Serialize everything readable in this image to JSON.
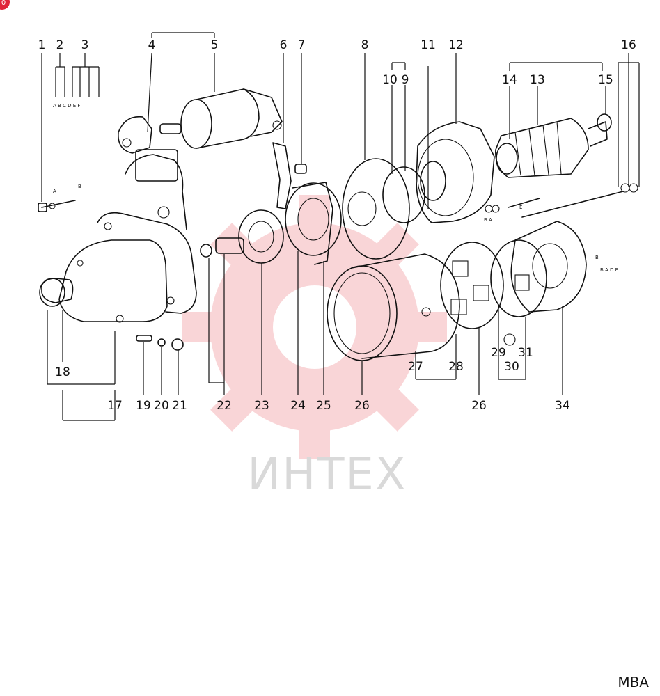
{
  "badge": {
    "text": "0",
    "color": "#e0263a"
  },
  "watermark": {
    "text": "ИНТЕХ",
    "color": "#e8454f"
  },
  "code_label": "MBA",
  "callouts": [
    {
      "id": "c1",
      "text": "1"
    },
    {
      "id": "c2",
      "text": "2"
    },
    {
      "id": "c3",
      "text": "3"
    },
    {
      "id": "c4",
      "text": "4"
    },
    {
      "id": "c5",
      "text": "5"
    },
    {
      "id": "c6",
      "text": "6"
    },
    {
      "id": "c7",
      "text": "7"
    },
    {
      "id": "c8",
      "text": "8"
    },
    {
      "id": "c10",
      "text": "10"
    },
    {
      "id": "c9",
      "text": "9"
    },
    {
      "id": "c11",
      "text": "11"
    },
    {
      "id": "c12",
      "text": "12"
    },
    {
      "id": "c14",
      "text": "14"
    },
    {
      "id": "c13",
      "text": "13"
    },
    {
      "id": "c15",
      "text": "15"
    },
    {
      "id": "c16",
      "text": "16"
    },
    {
      "id": "c18",
      "text": "18"
    },
    {
      "id": "c17",
      "text": "17"
    },
    {
      "id": "c19",
      "text": "19"
    },
    {
      "id": "c20",
      "text": "20"
    },
    {
      "id": "c21",
      "text": "21"
    },
    {
      "id": "c22",
      "text": "22"
    },
    {
      "id": "c23",
      "text": "23"
    },
    {
      "id": "c24",
      "text": "24"
    },
    {
      "id": "c25",
      "text": "25"
    },
    {
      "id": "c26a",
      "text": "26"
    },
    {
      "id": "c27",
      "text": "27"
    },
    {
      "id": "c28",
      "text": "28"
    },
    {
      "id": "c26b",
      "text": "26"
    },
    {
      "id": "c29",
      "text": "29"
    },
    {
      "id": "c31",
      "text": "31"
    },
    {
      "id": "c30",
      "text": "30"
    },
    {
      "id": "c34",
      "text": "34"
    }
  ],
  "sublabels": {
    "item3_letters": "A B C D E F",
    "item1_a": "A",
    "item1_b": "B",
    "item16_ba": "B A",
    "item16_e": "E",
    "item34_b": "B",
    "item34_badf": "B A D F"
  }
}
